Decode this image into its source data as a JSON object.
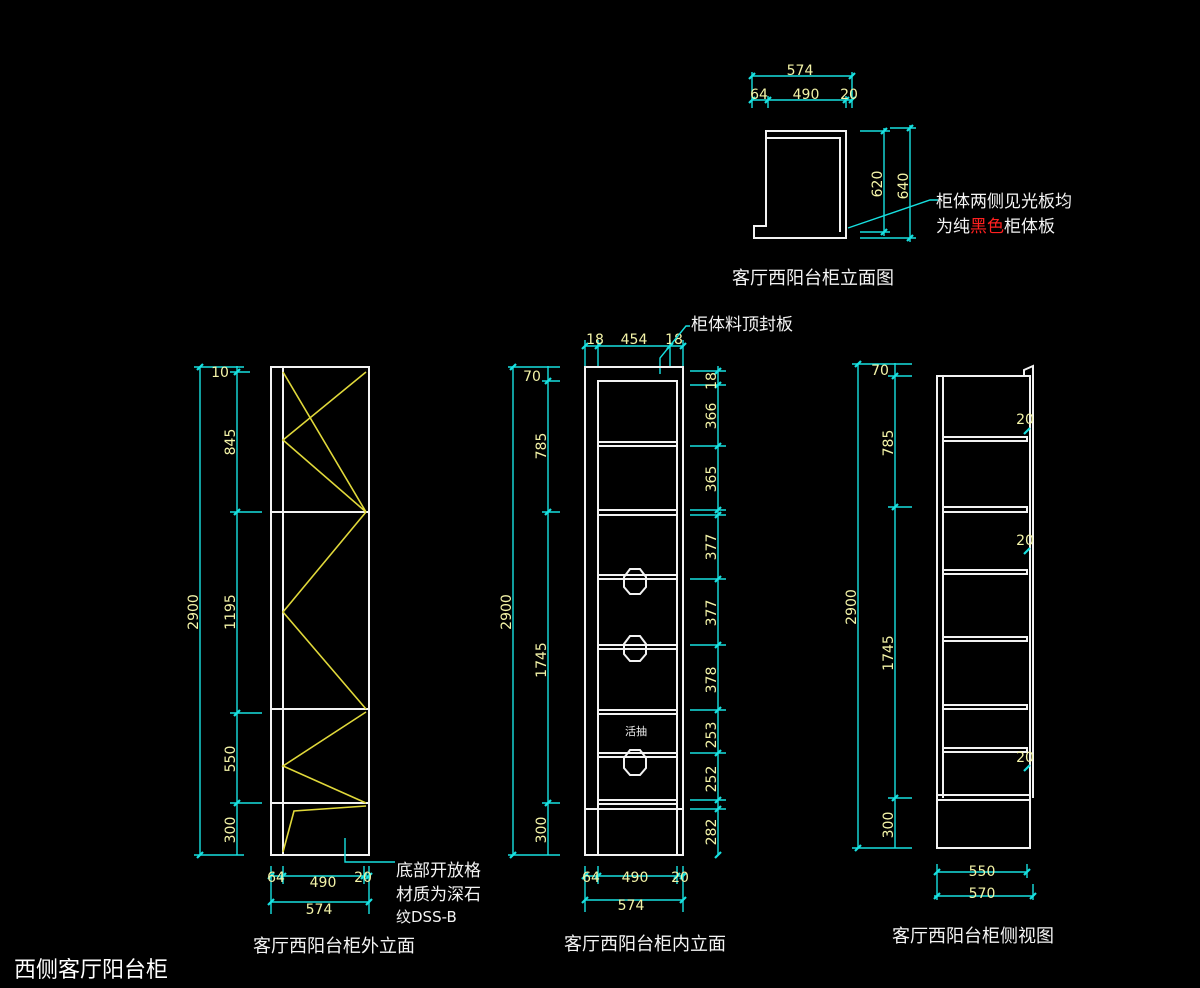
{
  "page_title": "西侧客厅阳台柜",
  "colors": {
    "background": "#000000",
    "cabinet": "#f2f2f2",
    "dimension": "#17e0e0",
    "dim_text": "#f4f4a8",
    "diagonal": "#e0d83a",
    "highlight": "#ff2020"
  },
  "top_view": {
    "title": "客厅西阳台柜立面图",
    "dims": {
      "overall_w": "574",
      "left_w": "64",
      "mid_w": "490",
      "right_w": "20",
      "inner_h": "620",
      "outer_h": "640"
    },
    "note_line1": "柜体两侧见光板均",
    "note_line2_before": "为纯",
    "note_line2_highlight": "黑色",
    "note_line2_after": "柜体板"
  },
  "outer_elevation": {
    "title": "客厅西阳台柜外立面",
    "dims": {
      "total_h": "2900",
      "top": "10",
      "upper": "845",
      "middle": "1195",
      "lower": "550",
      "base": "300",
      "left_w": "64",
      "mid_w": "490",
      "right_w": "20",
      "overall_w": "574"
    },
    "note_line1": "底部开放格",
    "note_line2": "材质为深石",
    "note_line3": "纹DSS-B"
  },
  "inner_elevation": {
    "title": "客厅西阳台柜内立面",
    "dims": {
      "total_h": "2900",
      "top": "70",
      "upper": "785",
      "lower": "1745",
      "base": "300",
      "s1": "366",
      "s1b": "18",
      "s2": "365",
      "s3": "377",
      "s4": "377",
      "s5": "378",
      "s6": "253",
      "s7": "252",
      "s8": "282",
      "top_left": "18",
      "top_mid": "454",
      "top_right": "18",
      "left_w": "64",
      "mid_w": "490",
      "right_w": "20",
      "overall_w": "574"
    },
    "top_note": "柜体料顶封板",
    "drawer_label": "活抽"
  },
  "side_view": {
    "title": "客厅西阳台柜侧视图",
    "dims": {
      "total_h": "2900",
      "top": "70",
      "upper": "785",
      "lower": "1745",
      "base": "300",
      "gap1": "20",
      "gap2": "20",
      "gap3": "20",
      "inner_w": "550",
      "outer_w": "570"
    }
  }
}
